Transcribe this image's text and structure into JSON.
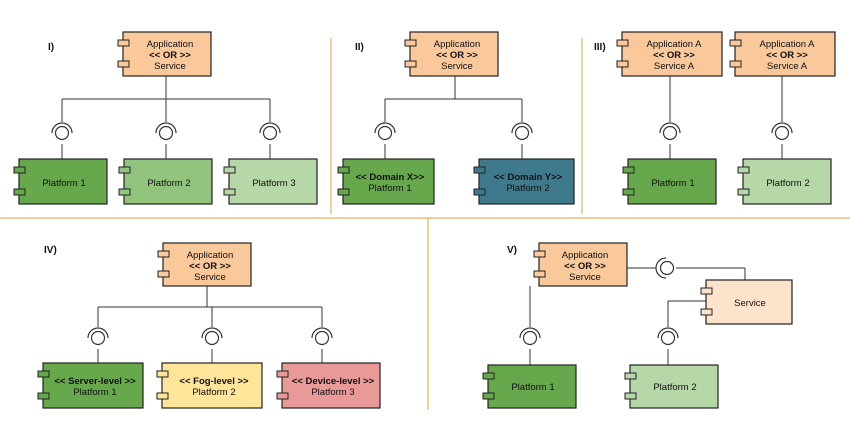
{
  "colors": {
    "app": "#f9c89b",
    "service": "#fde3cc",
    "platform_dark": "#67a84c",
    "platform_mid": "#93c47d",
    "platform_light": "#b6d7a8",
    "domain_y": "#3f7a8c",
    "fog": "#ffe599",
    "device": "#ea9999",
    "divider": "#e6b45c"
  },
  "panels": {
    "I": {
      "label": "I)",
      "app": {
        "line1": "Application",
        "line2": "<< OR >>",
        "line3": "Service"
      },
      "platforms": [
        {
          "line1": "Platform 1"
        },
        {
          "line1": "Platform 2"
        },
        {
          "line1": "Platform 3"
        }
      ]
    },
    "II": {
      "label": "II)",
      "app": {
        "line1": "Application",
        "line2": "<< OR >>",
        "line3": "Service"
      },
      "platforms": [
        {
          "stereo": "<< Domain X>>",
          "line1": "Platform 1"
        },
        {
          "stereo": "<< Domain Y>>",
          "line1": "Platform 2"
        }
      ]
    },
    "III": {
      "label": "III)",
      "apps": [
        {
          "line1": "Application  A",
          "line2": "<< OR >>",
          "line3": "Service  A"
        },
        {
          "line1": "Application  A",
          "line2": "<< OR >>",
          "line3": "Service  A"
        }
      ],
      "platforms": [
        {
          "line1": "Platform 1"
        },
        {
          "line1": "Platform 2"
        }
      ]
    },
    "IV": {
      "label": "IV)",
      "app": {
        "line1": "Application",
        "line2": "<< OR >>",
        "line3": "Service"
      },
      "platforms": [
        {
          "stereo": "<< Server-level >>",
          "line1": "Platform 1"
        },
        {
          "stereo": "<< Fog-level >>",
          "line1": "Platform 2"
        },
        {
          "stereo": "<< Device-level >>",
          "line1": "Platform 3"
        }
      ]
    },
    "V": {
      "label": "V)",
      "app": {
        "line1": "Application",
        "line2": "<< OR >>",
        "line3": "Service"
      },
      "service": {
        "line1": "Service"
      },
      "platforms": [
        {
          "line1": "Platform 1"
        },
        {
          "line1": "Platform 2"
        }
      ]
    }
  }
}
